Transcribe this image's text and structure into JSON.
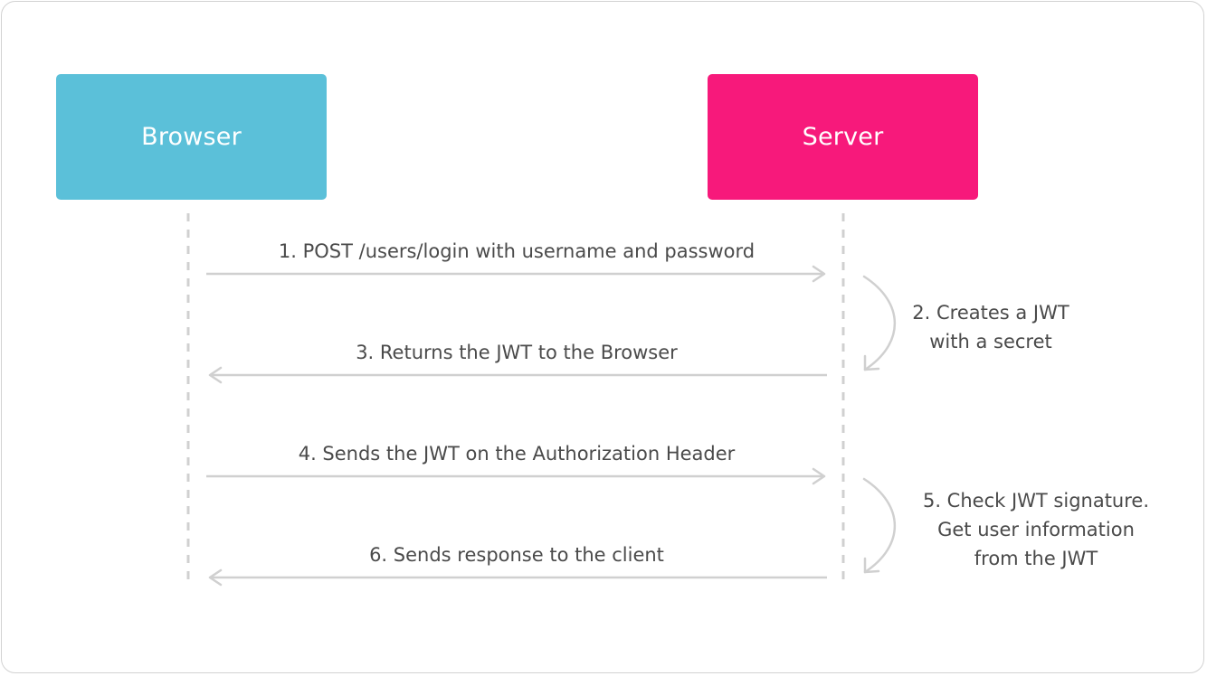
{
  "colors": {
    "browser": "#5bc0d9",
    "server": "#f7197b",
    "arrow": "#d0d0d0",
    "text": "#4a4a4a"
  },
  "actors": {
    "browser": "Browser",
    "server": "Server"
  },
  "messages": [
    {
      "step": 1,
      "direction": "to-server",
      "text": "1. POST /users/login with username and password"
    },
    {
      "step": 3,
      "direction": "to-browser",
      "text": "3. Returns the JWT to the Browser"
    },
    {
      "step": 4,
      "direction": "to-server",
      "text": "4. Sends the JWT on the Authorization Header"
    },
    {
      "step": 6,
      "direction": "to-browser",
      "text": "6. Sends response to the client"
    }
  ],
  "notes": [
    {
      "step": 2,
      "text": "2. Creates a JWT\nwith a secret"
    },
    {
      "step": 5,
      "text": "5. Check JWT signature.\nGet user information\nfrom the JWT"
    }
  ]
}
